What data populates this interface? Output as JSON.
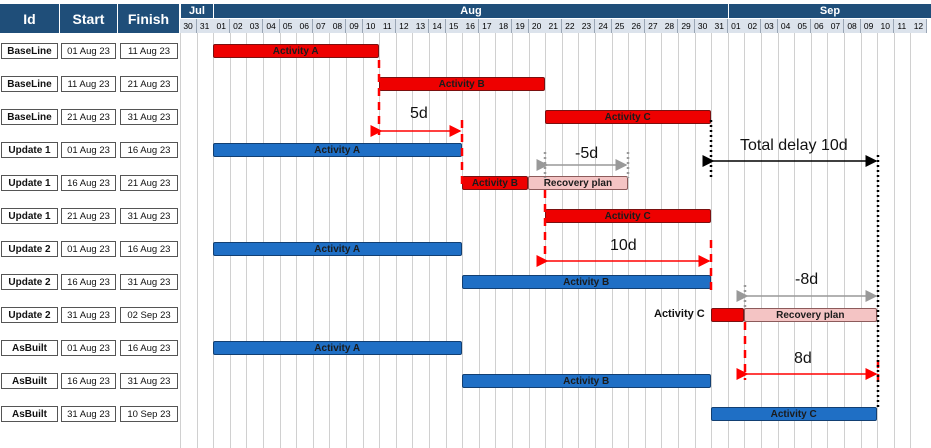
{
  "header": {
    "id": "Id",
    "start": "Start",
    "finish": "Finish"
  },
  "months": [
    "Jul",
    "Aug",
    "Sep"
  ],
  "days": [
    "30",
    "31",
    "01",
    "02",
    "03",
    "04",
    "05",
    "06",
    "07",
    "08",
    "09",
    "10",
    "11",
    "12",
    "13",
    "14",
    "15",
    "16",
    "17",
    "18",
    "19",
    "20",
    "21",
    "22",
    "23",
    "24",
    "25",
    "26",
    "27",
    "28",
    "29",
    "30",
    "31",
    "01",
    "02",
    "03",
    "04",
    "05",
    "06",
    "07",
    "08",
    "09",
    "10",
    "11",
    "12"
  ],
  "rows": [
    {
      "id": "BaseLine",
      "start": "01 Aug 23",
      "finish": "11 Aug 23",
      "bar": {
        "label": "Activity A",
        "color": "red"
      }
    },
    {
      "id": "BaseLine",
      "start": "11 Aug 23",
      "finish": "21 Aug 23",
      "bar": {
        "label": "Activity B",
        "color": "red"
      }
    },
    {
      "id": "BaseLine",
      "start": "21 Aug 23",
      "finish": "31 Aug 23",
      "bar": {
        "label": "Activity C",
        "color": "red"
      }
    },
    {
      "id": "Update 1",
      "start": "01 Aug 23",
      "finish": "16 Aug 23",
      "bar": {
        "label": "Activity A",
        "color": "blue"
      }
    },
    {
      "id": "Update 1",
      "start": "16 Aug 23",
      "finish": "21 Aug 23",
      "bar": {
        "label": "Activity B",
        "color": "red"
      },
      "bar2": {
        "label": "Recovery plan",
        "color": "pink"
      }
    },
    {
      "id": "Update 1",
      "start": "21 Aug 23",
      "finish": "31 Aug 23",
      "bar": {
        "label": "Activity C",
        "color": "red"
      }
    },
    {
      "id": "Update 2",
      "start": "01 Aug 23",
      "finish": "16 Aug 23",
      "bar": {
        "label": "Activity A",
        "color": "blue"
      }
    },
    {
      "id": "Update 2",
      "start": "16 Aug 23",
      "finish": "31 Aug 23",
      "bar": {
        "label": "Activity B",
        "color": "blue"
      }
    },
    {
      "id": "Update 2",
      "start": "31 Aug 23",
      "finish": "02 Sep 23",
      "side_label": "Activity C",
      "bar": {
        "label": "",
        "color": "red"
      },
      "bar2": {
        "label": "Recovery plan",
        "color": "pink"
      }
    },
    {
      "id": "AsBuilt",
      "start": "01 Aug 23",
      "finish": "16 Aug 23",
      "bar": {
        "label": "Activity A",
        "color": "blue"
      }
    },
    {
      "id": "AsBuilt",
      "start": "16 Aug 23",
      "finish": "31 Aug 23",
      "bar": {
        "label": "Activity B",
        "color": "blue"
      }
    },
    {
      "id": "AsBuilt",
      "start": "31 Aug 23",
      "finish": "10 Sep 23",
      "bar": {
        "label": "Activity C",
        "color": "blue"
      }
    }
  ],
  "annotations": {
    "delay_5d": "5d",
    "recovery_minus5d": "-5d",
    "total_delay": "Total delay 10d",
    "delay_10d": "10d",
    "recovery_minus8d": "-8d",
    "delay_8d": "8d"
  },
  "colors": {
    "header": "#1F4E79",
    "red": "#EE0000",
    "blue": "#1F6FC5",
    "pink": "#F4C4C4"
  }
}
